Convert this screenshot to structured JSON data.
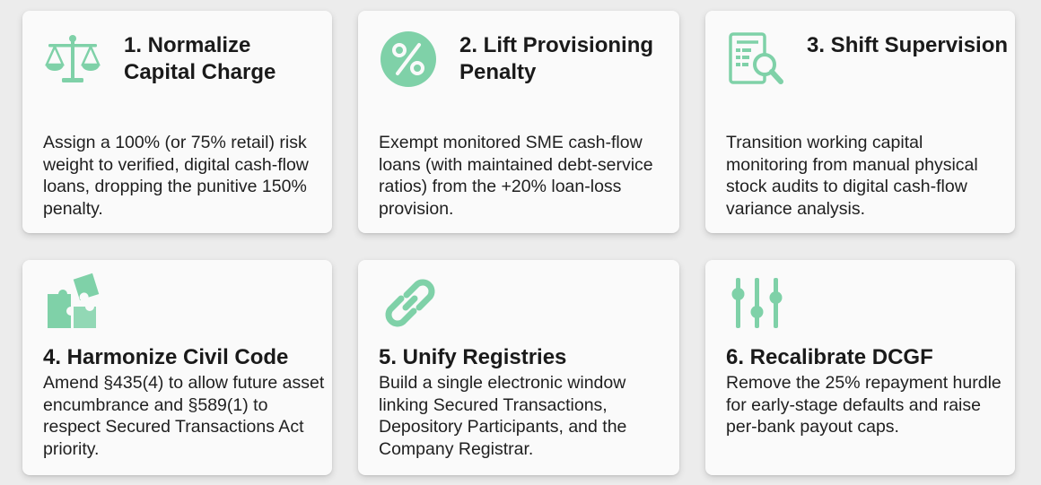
{
  "accent_color": "#7fd1a8",
  "cards": [
    {
      "icon": "scales-icon",
      "title": "1. Normalize Capital Charge",
      "body": "Assign a 100% (or 75% retail) risk weight to verified, digital cash-flow loans, dropping the punitive 150% penalty."
    },
    {
      "icon": "percent-icon",
      "title": "2. Lift Provisioning Penalty",
      "body": "Exempt monitored SME cash-flow loans (with maintained debt-service ratios) from the +20% loan-loss provision."
    },
    {
      "icon": "document-magnifier-icon",
      "title": "3. Shift Supervision",
      "body": "Transition working capital monitoring from manual physical stock audits to digital cash-flow variance analysis."
    },
    {
      "icon": "puzzle-icon",
      "title": "4. Harmonize Civil Code",
      "body": "Amend §435(4) to allow future asset encumbrance and §589(1) to respect Secured Transactions Act priority."
    },
    {
      "icon": "chain-link-icon",
      "title": "5. Unify Registries",
      "body": "Build a single electronic window linking Secured Transactions, Depository Participants, and the Company Registrar."
    },
    {
      "icon": "sliders-icon",
      "title": "6. Recalibrate DCGF",
      "body": "Remove the 25% repayment hurdle for early-stage defaults and raise per-bank payout caps."
    }
  ]
}
